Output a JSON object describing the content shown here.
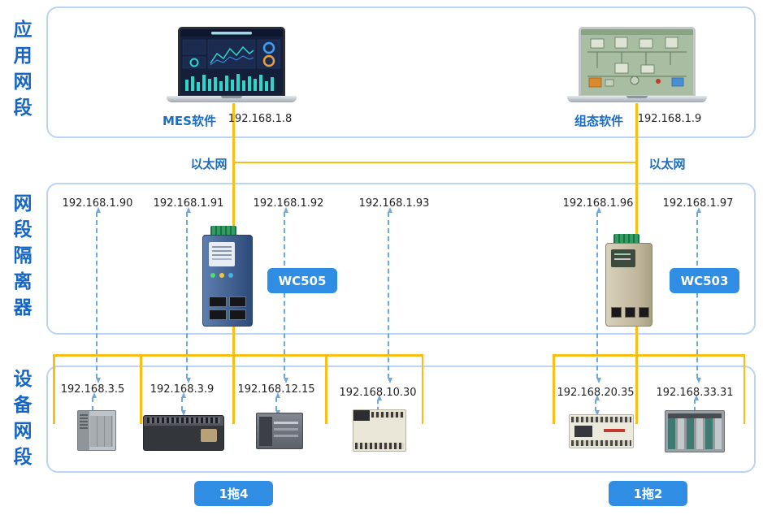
{
  "sections": {
    "app": {
      "label": "应用网段"
    },
    "isolator": {
      "label": "网段隔离器"
    },
    "device": {
      "label": "设备网段"
    }
  },
  "app_segment": {
    "mes_name": "MES软件",
    "mes_ip": "192.168.1.8",
    "scada_name": "组态软件",
    "scada_ip": "192.168.1.9",
    "ethernet_left": "以太网",
    "ethernet_right": "以太网"
  },
  "isolator_ips": [
    "192.168.1.90",
    "192.168.1.91",
    "192.168.1.92",
    "192.168.1.93",
    "192.168.1.96",
    "192.168.1.97"
  ],
  "gateways": {
    "left": "WC505",
    "right": "WC503"
  },
  "device_ips": [
    "192.168.3.5",
    "192.168.3.9",
    "192.168.12.15",
    "192.168.10.30",
    "192.168.20.35",
    "192.168.33.31"
  ],
  "ratio_labels": {
    "left": "1拖4",
    "right": "1拖2"
  },
  "colors": {
    "section_label_blue": "#1566c4",
    "accent_blue": "#1a6cc4",
    "chip_blue": "#2f8de4",
    "line_yellow": "#f9bf17",
    "dash_blue": "#6fa8dc",
    "box_border": "#b9d5f3"
  }
}
